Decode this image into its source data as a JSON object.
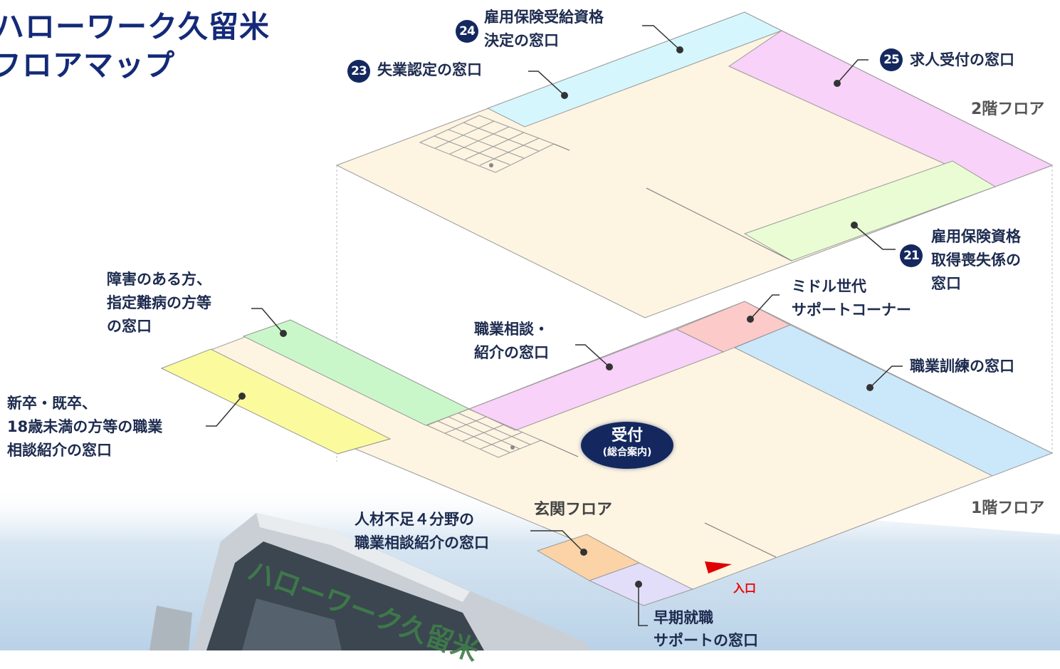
{
  "title": {
    "line1": "ハローワーク久留米",
    "line2": "フロアマップ"
  },
  "floors": {
    "floor2": "2階フロア",
    "floor1": "1階フロア",
    "entrance_hall": "玄関フロア"
  },
  "windows": {
    "w24": {
      "number": "24",
      "line1": "雇用保険受給資格",
      "line2": "決定の窓口"
    },
    "w23": {
      "number": "23",
      "label": "失業認定の窓口"
    },
    "w25": {
      "number": "25",
      "label": "求人受付の窓口"
    },
    "w21": {
      "number": "21",
      "line1": "雇用保険資格",
      "line2": "取得喪失係の",
      "line3": "窓口"
    },
    "disability": {
      "line1": "障害のある方、",
      "line2": "指定難病の方等",
      "line3": "の窓口"
    },
    "graduates": {
      "line1": "新卒・既卒、",
      "line2": "18歳未満の方等の職業",
      "line3": "相談紹介の窓口"
    },
    "middle": {
      "line1": "ミドル世代",
      "line2": "サポートコーナー"
    },
    "consultation": {
      "line1": "職業相談・",
      "line2": "紹介の窓口"
    },
    "training": {
      "label": "職業訓練の窓口"
    },
    "shortage": {
      "line1": "人材不足４分野の",
      "line2": "職業相談紹介の窓口"
    },
    "early": {
      "line1": "早期就職",
      "line2": "サポートの窓口"
    }
  },
  "reception": {
    "line1": "受付",
    "line2": "(総合案内)"
  },
  "entrance": "入口",
  "building_sign": "ハローワーク久留米",
  "colors": {
    "floor": "#fdf4e2",
    "navy": "#14285f",
    "cyan": "#d5f6fc",
    "pink": "#f8d2f8",
    "light_green": "#e9fcd4",
    "green": "#caf7c9",
    "yellow": "#fbfb9e",
    "salmon": "#fdcaca",
    "light_blue": "#cbe8fb",
    "orange": "#fbd3a6",
    "lavender": "#e2def9",
    "entrance_red": "#e00000"
  }
}
